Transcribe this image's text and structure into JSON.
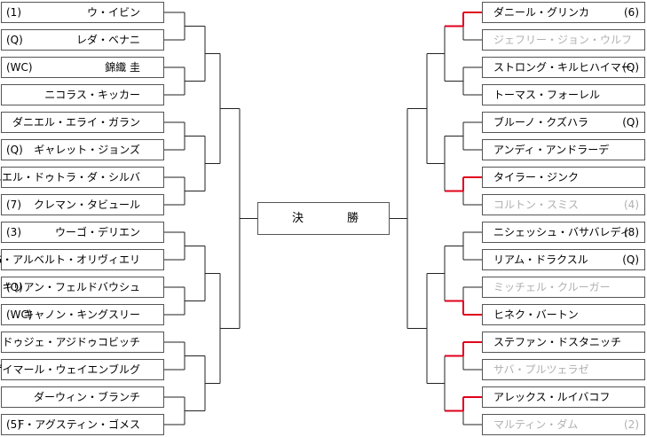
{
  "final": {
    "char1": "決",
    "char2": "勝"
  },
  "left_players": [
    {
      "seed": "(1)",
      "name": "ウ・イビン"
    },
    {
      "seed": "(Q)",
      "name": "レダ・ベナニ"
    },
    {
      "seed": "(WC)",
      "name": "錦織 圭"
    },
    {
      "seed": "",
      "name": "ニコラス・キッカー"
    },
    {
      "seed": "",
      "name": "ダニエル・エライ・ガラン"
    },
    {
      "seed": "(Q)",
      "name": "ギャレット・ジョンズ"
    },
    {
      "seed": "",
      "name": "ダニエル・ドゥトラ・ダ・シルバ"
    },
    {
      "seed": "(7)",
      "name": "クレマン・タビュール"
    },
    {
      "seed": "(3)",
      "name": "ウーゴ・デリエン"
    },
    {
      "seed": "",
      "name": "G・アルベルト・オリヴィエリ"
    },
    {
      "seed": "(Q)",
      "name": "キリアン・フェルドバウシュ"
    },
    {
      "seed": "(WC)",
      "name": "キャノン・キングスリー"
    },
    {
      "seed": "",
      "name": "ドゥジェ・アジドゥコビッチ"
    },
    {
      "seed": "",
      "name": "S・ゲイマール・ウェイエンブルグ"
    },
    {
      "seed": "",
      "name": "ダーウィン・ブランチ"
    },
    {
      "seed": "(5)",
      "name": "F・アグスティン・ゴメス"
    }
  ],
  "right_players": [
    {
      "seed": "(6)",
      "name": "ダニール・グリンカ",
      "eliminated": false
    },
    {
      "seed": "",
      "name": "ジェフリー・ジョン・ウルフ",
      "eliminated": true
    },
    {
      "seed": "(Q)",
      "name": "ストロング・キルヒハイマー",
      "eliminated": false
    },
    {
      "seed": "",
      "name": "トーマス・フォーレル",
      "eliminated": false
    },
    {
      "seed": "(Q)",
      "name": "ブルーノ・クズハラ",
      "eliminated": false
    },
    {
      "seed": "",
      "name": "アンディ・アンドラーデ",
      "eliminated": false
    },
    {
      "seed": "",
      "name": "タイラー・ジンク",
      "eliminated": false
    },
    {
      "seed": "(4)",
      "name": "コルトン・スミス",
      "eliminated": true
    },
    {
      "seed": "(8)",
      "name": "ニシェッシュ・バサバレディ",
      "eliminated": false
    },
    {
      "seed": "(Q)",
      "name": "リアム・ドラクスル",
      "eliminated": false
    },
    {
      "seed": "",
      "name": "ミッチェル・クルーガー",
      "eliminated": true
    },
    {
      "seed": "",
      "name": "ヒネク・バートン",
      "eliminated": false
    },
    {
      "seed": "",
      "name": "ステファン・ドスタニッチ",
      "eliminated": false
    },
    {
      "seed": "",
      "name": "サバ・プルツェラゼ",
      "eliminated": true
    },
    {
      "seed": "",
      "name": "アレックス・ルイバコフ",
      "eliminated": false
    },
    {
      "seed": "(2)",
      "name": "マルティン・ダム",
      "eliminated": true
    }
  ],
  "right_winners": [
    0,
    6,
    11,
    12,
    14
  ],
  "colors": {
    "line": "#222222",
    "winner_line": "#e0001b",
    "eliminated_text": "#b0b0b0"
  }
}
